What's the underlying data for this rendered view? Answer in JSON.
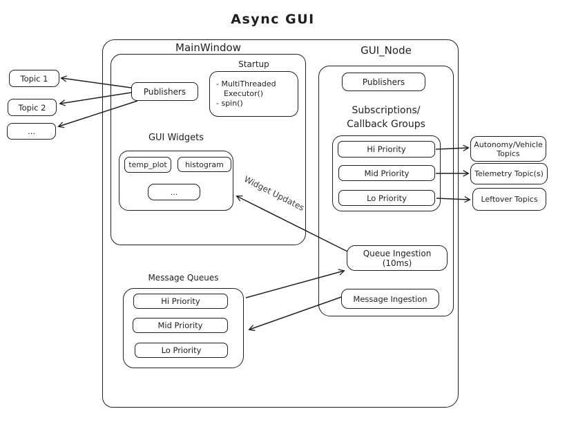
{
  "title": "Async GUI",
  "colors": {
    "stroke": "#1e1e1e",
    "background": "#ffffff"
  },
  "outer": {
    "main_window": {
      "label": "MainWindow",
      "publishers_label": "Publishers",
      "startup": {
        "label": "Startup",
        "lines": [
          "- MultiThreaded",
          "Executor()",
          "- spin()"
        ]
      },
      "gui_widgets": {
        "label": "GUI Widgets",
        "items": [
          "temp_plot",
          "histogram",
          "..."
        ]
      }
    },
    "gui_node": {
      "label": "GUI_Node",
      "publishers_label": "Publishers",
      "subscriptions": {
        "title_line1": "Subscriptions/",
        "title_line2": "Callback Groups",
        "groups": [
          "Hi Priority",
          "Mid Priority",
          "Lo Priority"
        ]
      },
      "queue_ingestion_label": "Queue Ingestion (10ms)",
      "message_ingestion_label": "Message Ingestion"
    },
    "message_queues": {
      "label": "Message Queues",
      "items": [
        "Hi Priority",
        "Mid Priority",
        "Lo Priority"
      ]
    }
  },
  "left_topics": [
    "Topic 1",
    "Topic 2",
    "..."
  ],
  "right_topics": [
    "Autonomy/Vehicle Topics",
    "Telemetry Topic(s)",
    "Leftover Topics"
  ],
  "arrow_labels": {
    "widget_updates": "Widget Updates"
  }
}
